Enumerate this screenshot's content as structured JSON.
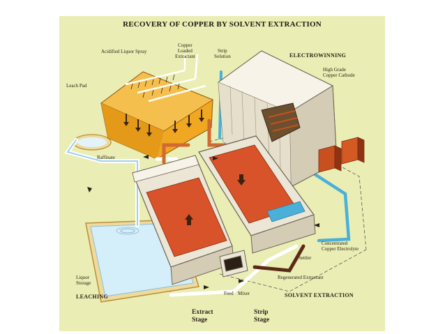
{
  "title": "RECOVERY OF COPPER BY SOLVENT EXTRACTION",
  "labels": {
    "acidified_liquor_spray": "Acidified Liquor Spray",
    "copper_loaded_extractant": [
      "Copper",
      "Loaded",
      "Extractant"
    ],
    "strip_solution": [
      "Strip",
      "Solution"
    ],
    "electrowinning": "ELECTROWINNING",
    "high_grade_copper_cathode": [
      "High Grade",
      "Copper Cathode"
    ],
    "leach_pad": "Leach Pad",
    "raffinate": "Raffinate",
    "concentrated_copper_electrolyte": [
      "Concentrated",
      "Copper Electrolyte"
    ],
    "settler": "Settler",
    "regenerated_extractant": "Regenerated Extractant",
    "liquor_storage": [
      "Liquor",
      "Storage"
    ],
    "leaching": "LEACHING",
    "feed": "Feed",
    "mixer": "Mixer",
    "solvent_extraction": "SOLVENT EXTRACTION",
    "extract_stage": [
      "Extract",
      "Stage"
    ],
    "strip_stage": [
      "Strip",
      "Stage"
    ]
  },
  "colors": {
    "background": "#eaeeb4",
    "leach_pad": "#f0a722",
    "organic_liquid": "#d8532a",
    "electrolyte": "#4ab0d8",
    "concrete": "#ece6d6",
    "cathode": "#c8501e",
    "pipe_blue": "#9fd0e6",
    "pipe_orange": "#d06a30",
    "pipe_dark": "#5a2a18"
  }
}
